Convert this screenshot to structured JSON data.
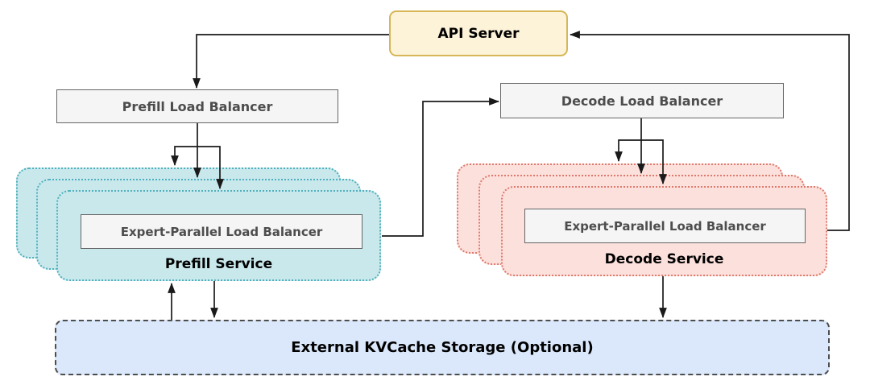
{
  "nodes": {
    "api_server": "API Server",
    "prefill_load_balancer": "Prefill Load Balancer",
    "decode_load_balancer": "Decode Load Balancer",
    "prefill_eplb": "Expert-Parallel Load Balancer",
    "prefill_service": "Prefill Service",
    "decode_eplb": "Expert-Parallel Load Balancer",
    "decode_service": "Decode Service",
    "kvcache": "External KVCache Storage (Optional)"
  },
  "colors": {
    "api-fill": "#fdf3d8",
    "api-border": "#d6b656",
    "gray-fill": "#f5f5f5",
    "gray-border": "#666666",
    "gray-text": "#4d4d4d",
    "prefill-fill": "#c9e8ec",
    "prefill-border": "#4fb0bd",
    "decode-fill": "#fbe0dc",
    "decode-border": "#e0796c",
    "kv-fill": "#dbe8fb",
    "kv-border": "#4d4d4d",
    "line": "#1a1a1a",
    "text": "#000000"
  }
}
